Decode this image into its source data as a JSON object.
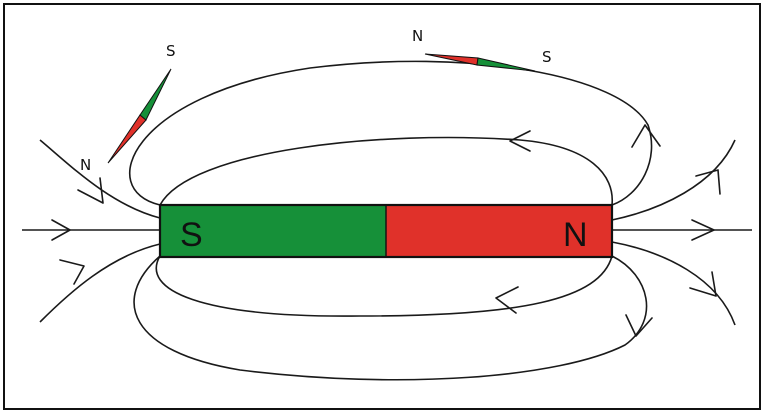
{
  "magnet": {
    "south_label": "S",
    "north_label": "N",
    "south_color": "#169039",
    "north_color": "#e0312a",
    "outline_color": "#111111"
  },
  "compass_left": {
    "north_label": "N",
    "south_label": "S"
  },
  "compass_top": {
    "north_label": "N",
    "south_label": "S"
  },
  "colors": {
    "line": "#1a1a1a",
    "background": "#ffffff",
    "frame": "#111111"
  }
}
